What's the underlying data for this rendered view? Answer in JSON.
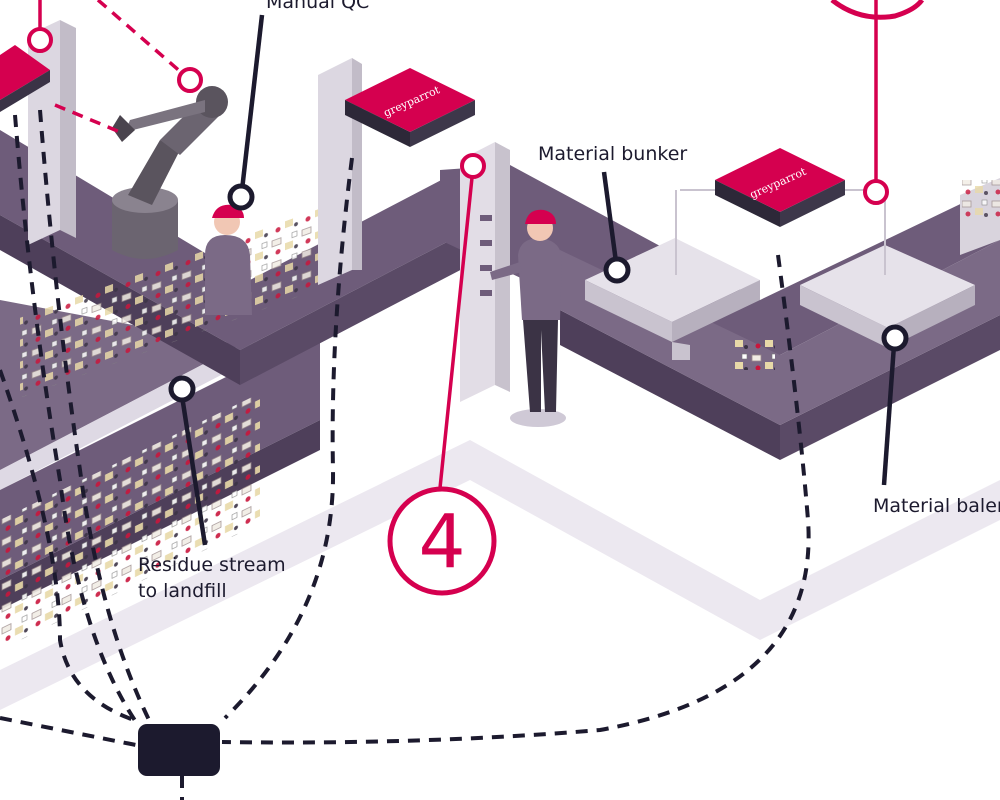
{
  "labels": {
    "manual_qc": "Manual QC",
    "material_bunker": "Material bunker",
    "material_baler": "Material baler",
    "residue_line1": "Residue stream",
    "residue_line2": "to landfill"
  },
  "step_marker": "4",
  "device_brand": "greyparrot",
  "colors": {
    "accent": "#d5004f",
    "conveyor_top": "#6e5c7a",
    "conveyor_side": "#4e3f5a",
    "floor_shadow": "#cfc9d6",
    "pillar": "#dcd7e1",
    "cable": "#1c1a2e",
    "hub": "#1c1a2e"
  }
}
